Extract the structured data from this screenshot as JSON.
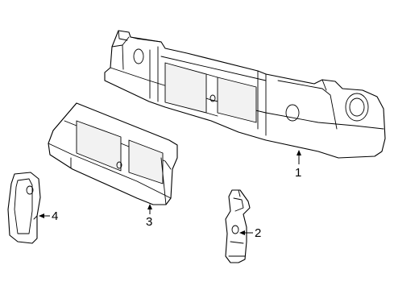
{
  "callouts": [
    {
      "id": "radiator-support",
      "label": "1"
    },
    {
      "id": "side-bracket",
      "label": "2"
    },
    {
      "id": "center-panel",
      "label": "3"
    },
    {
      "id": "side-deflector",
      "label": "4"
    }
  ]
}
